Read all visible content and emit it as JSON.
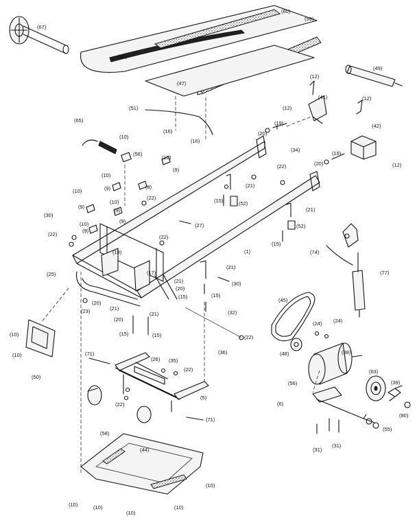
{
  "labels": {
    "l67": "(67)",
    "l60": "(60)",
    "l59": "(59)",
    "l46": "(46)",
    "l49": "(49)",
    "l47": "(47)",
    "l12a": "(12)",
    "l41": "(41)",
    "l12b": "(12)",
    "l12c": "(12)",
    "l51": "(51)",
    "l16a": "(16)",
    "l16b": "(16)",
    "l42": "(42)",
    "l12d": "(12)",
    "l65": "(65)",
    "l10a": "(10)",
    "l56": "(56)",
    "l20a": "(20)",
    "l19a": "(19)",
    "l34": "(34)",
    "l19b": "(19)",
    "l20b": "(20)",
    "l10b": "(10)",
    "l9a": "(9)",
    "l22a": "(22)",
    "l10c": "(10)",
    "l9b": "(9)",
    "l8": "(8)",
    "l21a": "(21)",
    "l10d": "(10)",
    "l9c": "(9)",
    "l22b": "(22)",
    "l15a": "(15)",
    "l52a": "(52)",
    "l10e": "(10)",
    "l9d": "(9)",
    "l30a": "(30)",
    "l9e": "(9)",
    "l27": "(27)",
    "l21b": "(21)",
    "l10f": "(10)",
    "l9f": "(9)",
    "l52b": "(52)",
    "l22c": "(22)",
    "l22d": "(22)",
    "l1": "(1)",
    "l15b": "(15)",
    "l74": "(74)",
    "l18": "(18)",
    "l25": "(25)",
    "l17": "(17)",
    "l21c": "(21)",
    "l77": "(77)",
    "l30b": "(30)",
    "l21d": "(21)",
    "l20c": "(20)",
    "l15c": "(15)",
    "l20d": "(20)",
    "l15d": "(15)",
    "l45": "(45)",
    "l23": "(23)",
    "l21e": "(21)",
    "l32": "(32)",
    "l20e": "(20)",
    "l21f": "(21)",
    "l24a": "(24)",
    "l24b": "(24)",
    "l15e": "(15)",
    "l15f": "(15)",
    "l36": "(36)",
    "l22e": "(22)",
    "l10g": "(10)",
    "l10h": "(10)",
    "l48": "(48)",
    "l38": "(38)",
    "l50": "(50)",
    "l71a": "(71)",
    "l26": "(26)",
    "l35": "(35)",
    "l22f": "(22)",
    "l63": "(63)",
    "l56b": "(56)",
    "l39": "(39)",
    "l5": "(5)",
    "l22g": "(22)",
    "l6": "(6)",
    "l80": "(80)",
    "l58": "(58)",
    "l71b": "(71)",
    "l55": "(55)",
    "l44": "(44)",
    "l31a": "(31)",
    "l31b": "(31)",
    "l10i": "(10)",
    "l10j": "(10)",
    "l10k": "(10)",
    "l10l": "(10)",
    "l10m": "(10)"
  }
}
